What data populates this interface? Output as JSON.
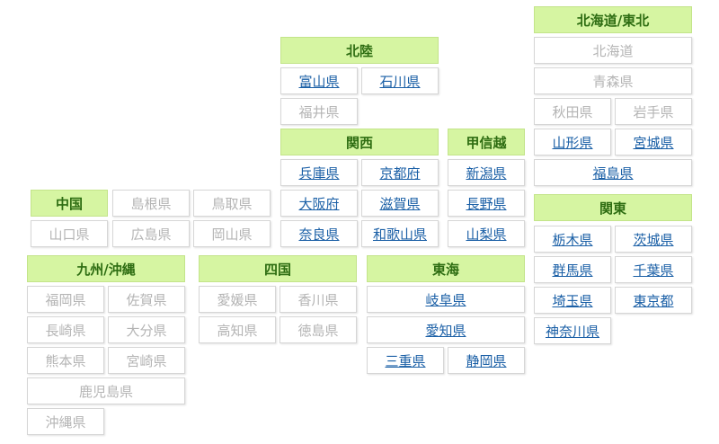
{
  "colors": {
    "header_bg": "#d6f5a2",
    "header_text": "#2e6d12",
    "link": "#1a5fa6",
    "inactive": "#b4b4b4"
  },
  "regions": {
    "hokkaido_tohoku": {
      "title": "北海道/東北",
      "prefs": [
        {
          "label": "北海道",
          "active": false
        },
        {
          "label": "青森県",
          "active": false
        },
        {
          "label": "秋田県",
          "active": false
        },
        {
          "label": "岩手県",
          "active": false
        },
        {
          "label": "山形県",
          "active": true
        },
        {
          "label": "宮城県",
          "active": true
        },
        {
          "label": "福島県",
          "active": true
        }
      ]
    },
    "hokuriku": {
      "title": "北陸",
      "prefs": [
        {
          "label": "富山県",
          "active": true
        },
        {
          "label": "石川県",
          "active": true
        },
        {
          "label": "福井県",
          "active": false
        }
      ]
    },
    "kansai": {
      "title": "関西",
      "prefs": [
        {
          "label": "兵庫県",
          "active": true
        },
        {
          "label": "京都府",
          "active": true
        },
        {
          "label": "大阪府",
          "active": true
        },
        {
          "label": "滋賀県",
          "active": true
        },
        {
          "label": "奈良県",
          "active": true
        },
        {
          "label": "和歌山県",
          "active": true
        }
      ]
    },
    "koshinetsu": {
      "title": "甲信越",
      "prefs": [
        {
          "label": "新潟県",
          "active": true
        },
        {
          "label": "長野県",
          "active": true
        },
        {
          "label": "山梨県",
          "active": true
        }
      ]
    },
    "kanto": {
      "title": "関東",
      "prefs": [
        {
          "label": "栃木県",
          "active": true
        },
        {
          "label": "茨城県",
          "active": true
        },
        {
          "label": "群馬県",
          "active": true
        },
        {
          "label": "千葉県",
          "active": true
        },
        {
          "label": "埼玉県",
          "active": true
        },
        {
          "label": "東京都",
          "active": true
        },
        {
          "label": "神奈川県",
          "active": true
        }
      ]
    },
    "chugoku": {
      "title": "中国",
      "prefs": [
        {
          "label": "島根県",
          "active": false
        },
        {
          "label": "鳥取県",
          "active": false
        },
        {
          "label": "山口県",
          "active": false
        },
        {
          "label": "広島県",
          "active": false
        },
        {
          "label": "岡山県",
          "active": false
        }
      ]
    },
    "kyushu_okinawa": {
      "title": "九州/沖縄",
      "prefs": [
        {
          "label": "福岡県",
          "active": false
        },
        {
          "label": "佐賀県",
          "active": false
        },
        {
          "label": "長崎県",
          "active": false
        },
        {
          "label": "大分県",
          "active": false
        },
        {
          "label": "熊本県",
          "active": false
        },
        {
          "label": "宮崎県",
          "active": false
        },
        {
          "label": "鹿児島県",
          "active": false
        },
        {
          "label": "沖縄県",
          "active": false
        }
      ]
    },
    "shikoku": {
      "title": "四国",
      "prefs": [
        {
          "label": "愛媛県",
          "active": false
        },
        {
          "label": "香川県",
          "active": false
        },
        {
          "label": "高知県",
          "active": false
        },
        {
          "label": "徳島県",
          "active": false
        }
      ]
    },
    "tokai": {
      "title": "東海",
      "prefs": [
        {
          "label": "岐阜県",
          "active": true
        },
        {
          "label": "愛知県",
          "active": true
        },
        {
          "label": "三重県",
          "active": true
        },
        {
          "label": "静岡県",
          "active": true
        }
      ]
    }
  }
}
